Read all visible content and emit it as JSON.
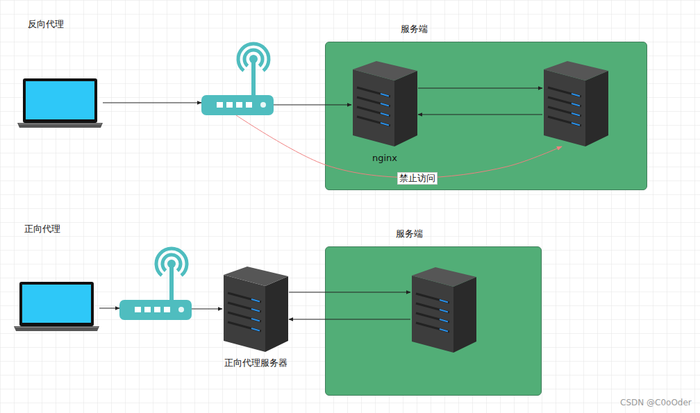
{
  "diagram": {
    "nodes": [
      {
        "text": []
      },
      {
        "text": []
      },
      {
        "text": [
          "服务端"
        ]
      },
      {
        "text": [
          "nginx"
        ],
        "in": 2
      },
      {
        "text": [],
        "in": 2
      },
      {
        "text": []
      },
      {
        "text": []
      },
      {
        "text": [
          "正向代理服务器"
        ]
      },
      {
        "text": [
          "服务端"
        ]
      },
      {
        "text": [],
        "in": 8
      }
    ],
    "edges": [
      {
        "from": 0,
        "to": 1,
        "arrow": "to"
      },
      {
        "from": 1,
        "to": 3,
        "arrow": "to"
      },
      {
        "from": 3,
        "to": 4,
        "arrow": "to"
      },
      {
        "from": 4,
        "to": 3,
        "arrow": "to"
      },
      {
        "from": 1,
        "to": 4,
        "label": "禁止访问",
        "arrow": "to"
      },
      {
        "from": 5,
        "to": 6,
        "arrow": "to"
      },
      {
        "from": 6,
        "to": 7,
        "arrow": "to"
      },
      {
        "from": 7,
        "to": 9,
        "arrow": "to"
      },
      {
        "from": 9,
        "to": 7,
        "arrow": "to"
      }
    ],
    "labels": [
      "反向代理",
      "正向代理",
      "CSDN @C0oOder"
    ]
  }
}
